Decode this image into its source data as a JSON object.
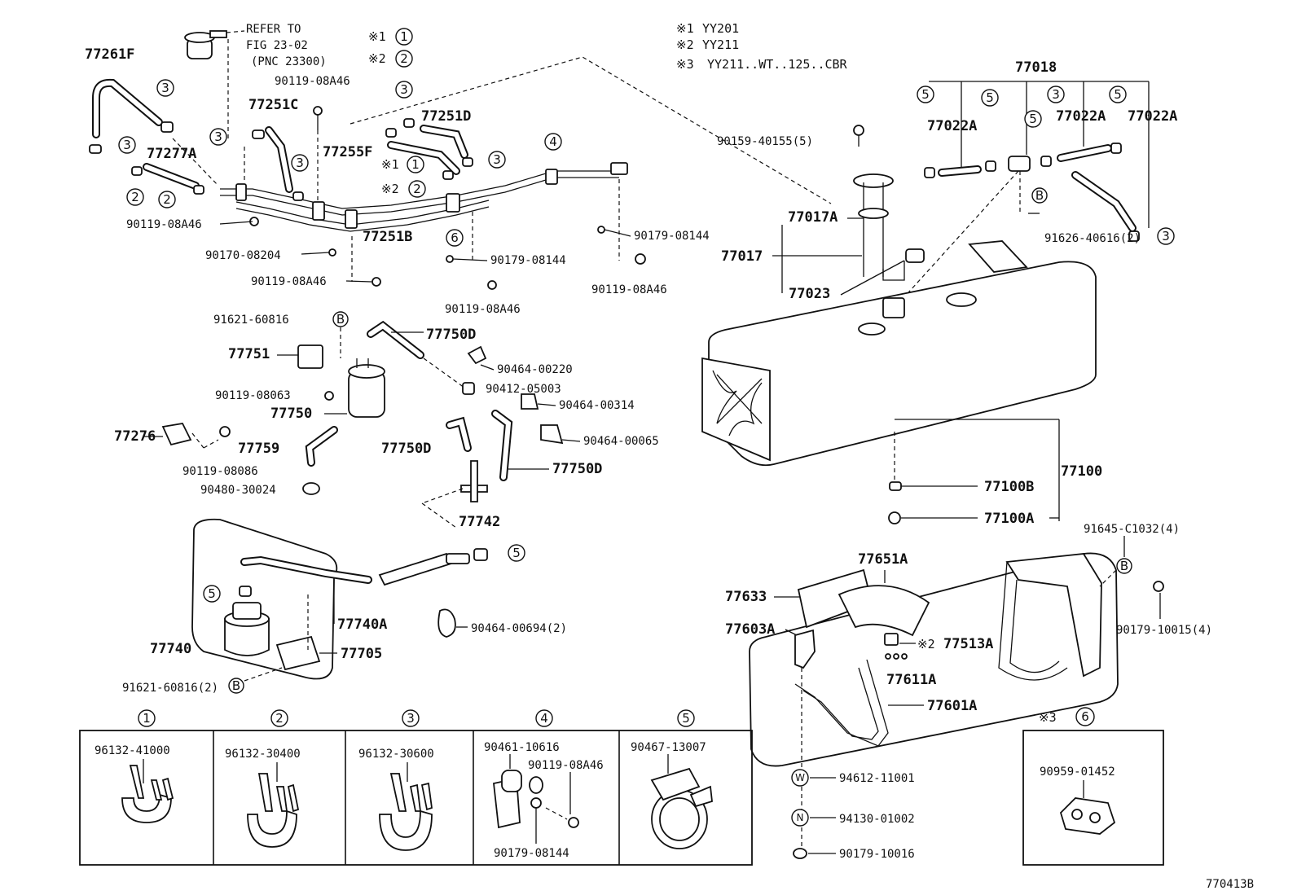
{
  "notes": [
    {
      "mark": "※1",
      "text": "YY201"
    },
    {
      "mark": "※2",
      "text": "YY211"
    },
    {
      "mark": "※3",
      "text": "YY211..WT..125..CBR"
    }
  ],
  "refer": [
    "REFER TO",
    "FIG 23-02",
    "(PNC 23300)"
  ],
  "figure_code": "770413B",
  "callout_labels": {
    "c1": "1",
    "c2": "2",
    "c3": "3",
    "c4": "4",
    "c5": "5",
    "c6": "6",
    "b": "B",
    "w": "W",
    "n": "N"
  },
  "parts": {
    "p77261F": "77261F",
    "p77251C": "77251C",
    "p77277A": "77277A",
    "p77251D": "77251D",
    "p77255F": "77255F",
    "p77251B": "77251B",
    "p90119_08A46": "90119-08A46",
    "p90170_08204": "90170-08204",
    "p90179_08144": "90179-08144",
    "p77018": "77018",
    "p77022A": "77022A",
    "p90159_40155": "90159-40155(5)",
    "p91626_40616": "91626-40616(2)",
    "p77017A": "77017A",
    "p77017": "77017",
    "p77023": "77023",
    "p91621_60816": "91621-60816",
    "p77751": "77751",
    "p77750D": "77750D",
    "p90464_00220": "90464-00220",
    "p90412_05003": "90412-05003",
    "p90464_00314": "90464-00314",
    "p90464_00065": "90464-00065",
    "p90119_08063": "90119-08063",
    "p77750": "77750",
    "p77276": "77276",
    "p77759": "77759",
    "p90119_08086": "90119-08086",
    "p90480_30024": "90480-30024",
    "p77742": "77742",
    "p77740A": "77740A",
    "p90464_00694": "90464-00694(2)",
    "p77740": "77740",
    "p77705": "77705",
    "p91621_60816_2": "91621-60816(2)",
    "p77100": "77100",
    "p77100B": "77100B",
    "p77100A": "77100A",
    "p91645_C1032": "91645-C1032(4)",
    "p77651A": "77651A",
    "p77633": "77633",
    "p77603A": "77603A",
    "p77513A": "77513A",
    "p77611A": "77611A",
    "p77601A": "77601A",
    "p90179_10015": "90179-10015(4)",
    "p94612_11001": "94612-11001",
    "p94130_01002": "94130-01002",
    "p90179_10016": "90179-10016"
  },
  "legend_boxes": [
    {
      "num": "1",
      "parts": [
        "96132-41000"
      ]
    },
    {
      "num": "2",
      "parts": [
        "96132-30400"
      ]
    },
    {
      "num": "3",
      "parts": [
        "96132-30600"
      ]
    },
    {
      "num": "4",
      "parts": [
        "90461-10616",
        "90119-08A46",
        "90179-08144"
      ]
    },
    {
      "num": "5",
      "parts": [
        "90467-13007"
      ]
    },
    {
      "num": "6",
      "mark": "※3",
      "parts": [
        "90959-01452"
      ]
    }
  ]
}
